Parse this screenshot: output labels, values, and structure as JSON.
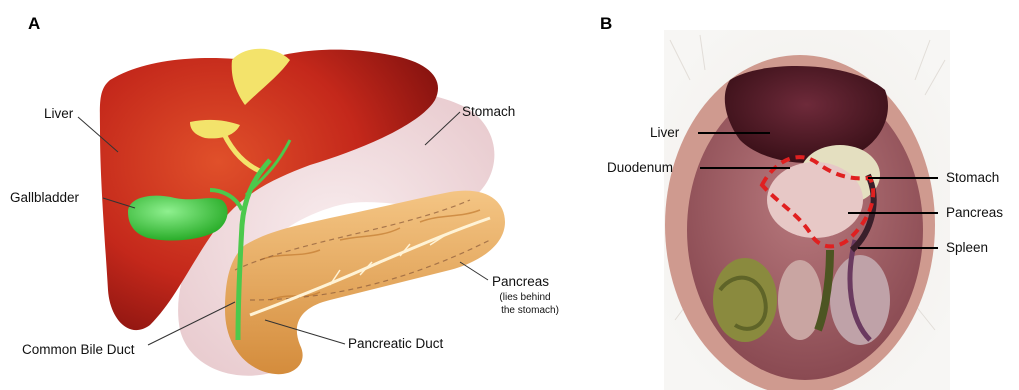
{
  "panels": {
    "a": {
      "letter": "A",
      "labels": {
        "liver": "Liver",
        "gallbladder": "Gallbladder",
        "common_bile_duct": "Common Bile Duct",
        "stomach": "Stomach",
        "pancreas": "Pancreas",
        "pancreas_note_1": "(lies behind",
        "pancreas_note_2": "the stomach)",
        "pancreatic_duct": "Pancreatic Duct"
      }
    },
    "b": {
      "letter": "B",
      "labels": {
        "liver": "Liver",
        "duodenum": "Duodenum",
        "stomach": "Stomach",
        "pancreas": "Pancreas",
        "spleen": "Spleen"
      }
    }
  },
  "colors": {
    "liver": "#c4281b",
    "gallbladder": "#3fd13f",
    "pancreas": "#e8a85a",
    "stomach": "#e9c9cc",
    "dashed_outline": "#e02020"
  }
}
